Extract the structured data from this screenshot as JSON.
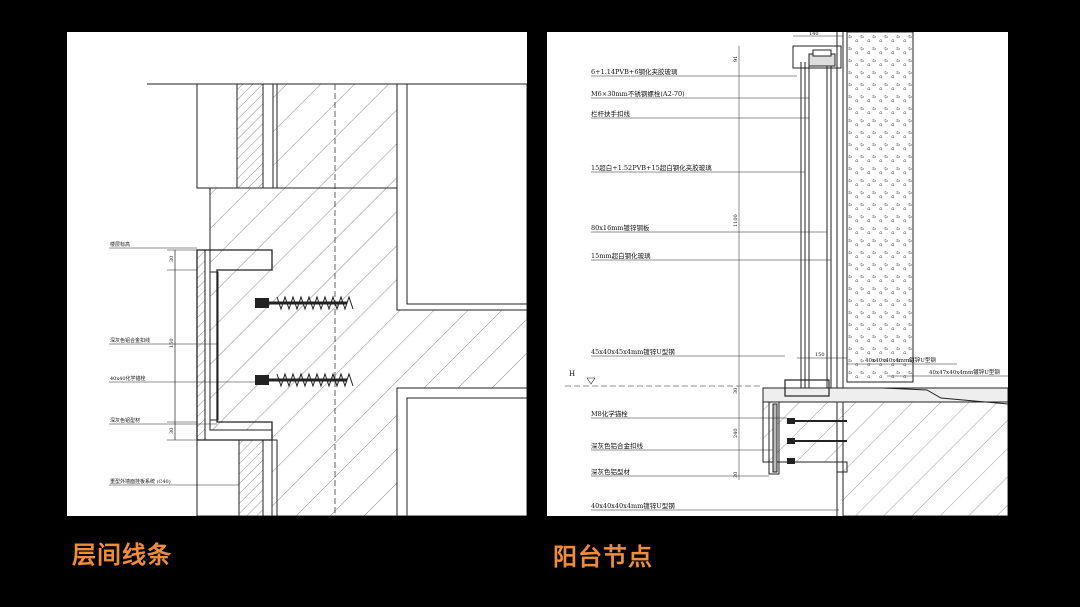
{
  "captions": {
    "left": "层间线条",
    "right": "阳台节点"
  },
  "left_detail": {
    "labels": [
      "楼层标高",
      "深灰色铝合金扣线",
      "40x40化学锚栓",
      "深灰色铝型材",
      "重型外墙面挂板系统 (C40)"
    ],
    "dims": [
      "30",
      "150",
      "30"
    ]
  },
  "right_detail": {
    "labels": [
      "6+1.14PVB+6钢化夹胶玻璃",
      "M6×30mm不锈钢螺栓(A2-70)",
      "栏杆扶手扣线",
      "15超白+1.52PVB+15超白钢化夹胶玻璃",
      "80x16mm镀锌钢板",
      "15mm超白钢化玻璃",
      "45x40x45x4mm镀锌U型钢",
      "M8化学锚栓",
      "深灰色铝合金扣线",
      "深灰色铝型材",
      "40x40x40x4mm镀锌U型钢"
    ],
    "right_labels": [
      "40x40x40x4mm镀锌U型钢",
      "40x47x40x4mm镀锌U型钢"
    ],
    "level_mark": "H",
    "dims": [
      "140",
      "91",
      "1100",
      "150",
      "30",
      "240",
      "30"
    ]
  }
}
